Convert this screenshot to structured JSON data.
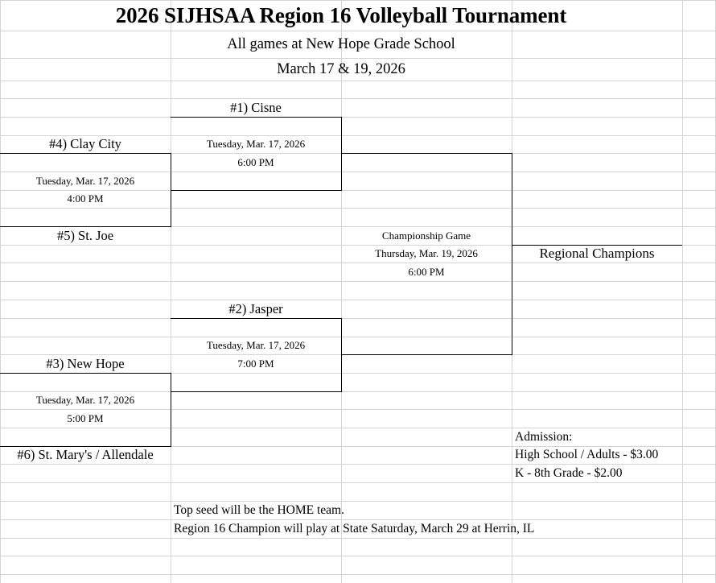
{
  "header": {
    "title": "2026 SIJHSAA Region 16 Volleyball Tournament",
    "venue": "All games at New Hope Grade School",
    "dates": "March 17 & 19, 2026"
  },
  "bracket": {
    "seeds": {
      "one": "#1) Cisne",
      "two": "#2) Jasper",
      "three": "#3) New Hope",
      "four": "#4) Clay City",
      "five": "#5) St. Joe",
      "six": "#6) St. Mary's / Allendale"
    },
    "games": {
      "game1": {
        "date": "Tuesday, Mar. 17, 2026",
        "time": "4:00 PM"
      },
      "game2": {
        "date": "Tuesday, Mar. 17, 2026",
        "time": "5:00 PM"
      },
      "game3": {
        "date": "Tuesday, Mar. 17, 2026",
        "time": "6:00 PM"
      },
      "game4": {
        "date": "Tuesday, Mar. 17, 2026",
        "time": "7:00 PM"
      },
      "championship": {
        "label": "Championship Game",
        "date": "Thursday, Mar. 19, 2026",
        "time": "6:00 PM"
      }
    },
    "champion_label": "Regional Champions"
  },
  "admission": {
    "heading": "Admission:",
    "line1": "High School / Adults - $3.00",
    "line2": "K - 8th Grade - $2.00"
  },
  "notes": {
    "line1": "Top seed will be the HOME team.",
    "line2": "Region 16 Champion will play at State Saturday, March 29 at Herrin, IL"
  },
  "colors": {
    "gridline": "#d4d4d4",
    "rule": "#000000",
    "background": "#ffffff"
  }
}
